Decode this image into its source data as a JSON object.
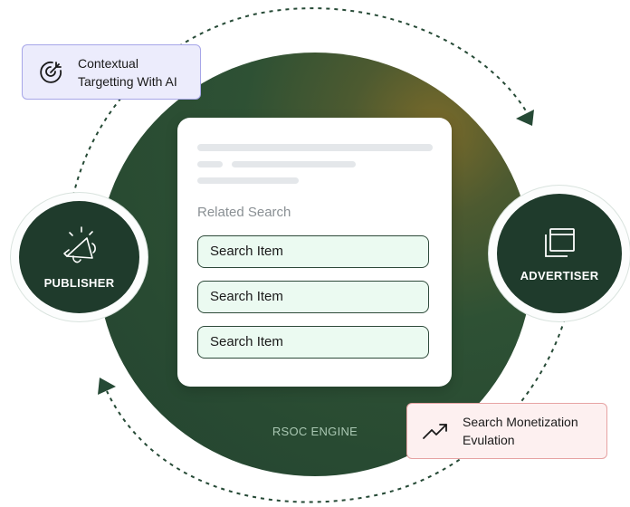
{
  "colors": {
    "node_fill": "#1f3b2c",
    "circle_fill": "#2e5134",
    "circle_highlight": "#7a6a2a",
    "search_item_fill": "#ebfaf1",
    "tag_ai_fill": "#ececfc",
    "tag_search_fill": "#fdf0f0"
  },
  "nodes": {
    "publisher": {
      "label": "PUBLISHER",
      "icon": "megaphone-icon"
    },
    "advertiser": {
      "label": "ADVERTISER",
      "icon": "browser-windows-icon"
    }
  },
  "card": {
    "related_title": "Related Search",
    "items": [
      "Search Item",
      "Search Item",
      "Search Item"
    ]
  },
  "engine_label": "RSOC ENGINE",
  "tags": {
    "ai": {
      "line1": "Contextual",
      "line2": "Targetting With AI",
      "icon": "target-icon"
    },
    "search": {
      "line1": "Search Monetization",
      "line2": "Evulation",
      "icon": "trending-up-icon"
    }
  }
}
